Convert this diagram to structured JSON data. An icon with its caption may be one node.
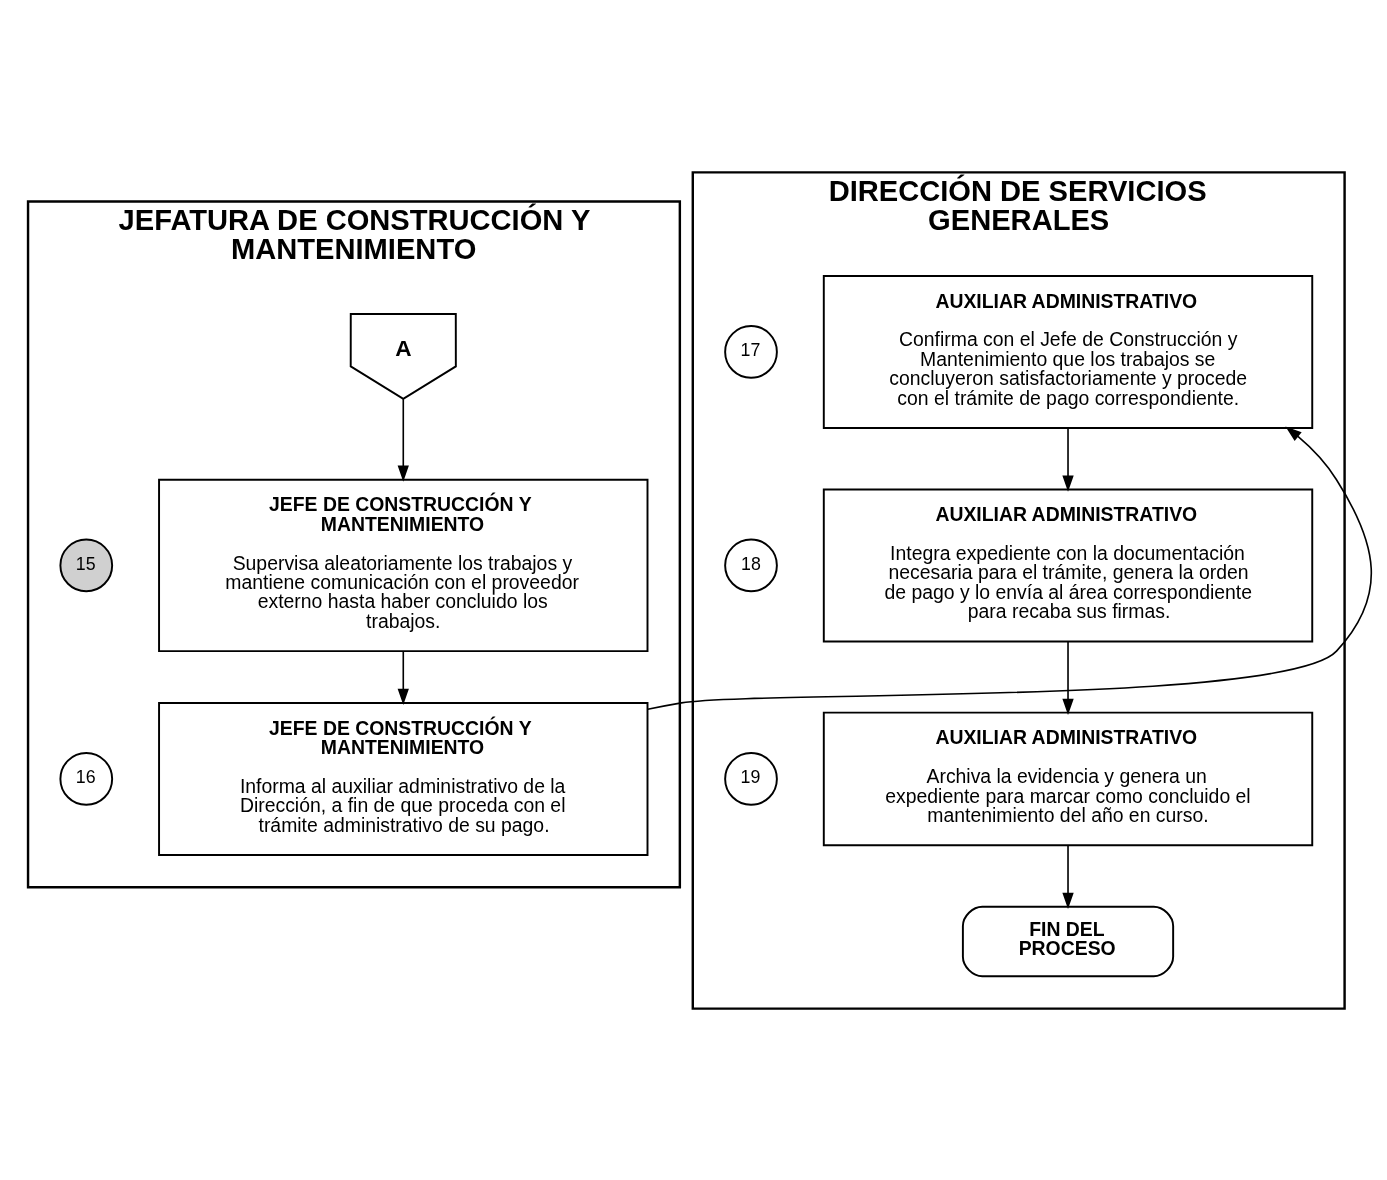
{
  "diagram": {
    "nodes": [
      {
        "text": [
          "JEFATURA DE CONSTRUCCIÓN Y MANTENIMIENTO"
        ]
      },
      {
        "text": [
          "A"
        ],
        "in": 0
      },
      {
        "text": [
          "15"
        ],
        "in": 0
      },
      {
        "text": [
          "JEFE DE CONSTRUCCIÓN Y MANTENIMIENTO",
          "Supervisa aleatoriamente los trabajos y mantiene comunicación con el proveedor externo hasta haber concluido los trabajos."
        ],
        "in": 0
      },
      {
        "text": [
          "16"
        ],
        "in": 0
      },
      {
        "text": [
          "JEFE DE CONSTRUCCIÓN Y MANTENIMIENTO",
          "Informa al auxiliar administrativo de la Dirección, a fin de que proceda con el trámite administrativo de su pago."
        ],
        "in": 0
      },
      {
        "text": [
          "DIRECCIÓN DE SERVICIOS GENERALES"
        ]
      },
      {
        "text": [
          "17"
        ],
        "in": 6
      },
      {
        "text": [
          "AUXILIAR ADMINISTRATIVO",
          "Confirma con el Jefe de Construcción y Mantenimiento que los trabajos se concluyeron satisfactoriamente y procede con el trámite de pago correspondiente."
        ],
        "in": 6
      },
      {
        "text": [
          "18"
        ],
        "in": 6
      },
      {
        "text": [
          "AUXILIAR ADMINISTRATIVO",
          "Integra expediente con la documentación necesaria para el trámite, genera la orden de pago y lo envía al área correspondiente para recaba sus firmas."
        ],
        "in": 6
      },
      {
        "text": [
          "19"
        ],
        "in": 6
      },
      {
        "text": [
          "AUXILIAR ADMINISTRATIVO",
          "Archiva la evidencia y genera un expediente para marcar como concluido el mantenimiento del año en curso."
        ],
        "in": 6
      },
      {
        "text": [
          "FIN DEL PROCESO"
        ],
        "in": 6
      }
    ],
    "edges": [
      {
        "from": 1,
        "to": 3,
        "arrow": "to"
      },
      {
        "from": 3,
        "to": 5,
        "arrow": "to"
      },
      {
        "from": 5,
        "to": 8,
        "arrow": "to"
      },
      {
        "from": 8,
        "to": 10,
        "arrow": "to"
      },
      {
        "from": 10,
        "to": 12,
        "arrow": "to"
      },
      {
        "from": 12,
        "to": 13,
        "arrow": "to"
      }
    ]
  }
}
